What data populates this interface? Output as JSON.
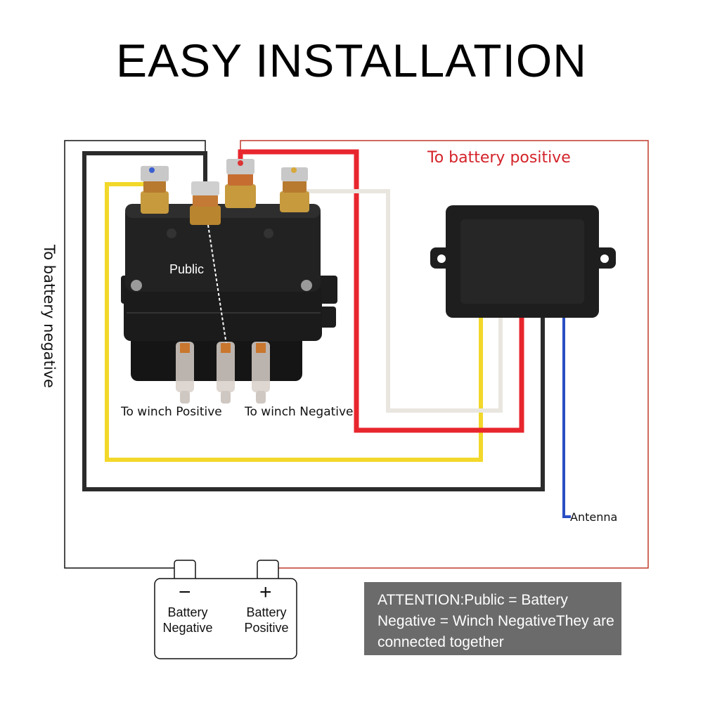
{
  "title": "EASY INSTALLATION",
  "labels": {
    "public": "Public",
    "battery_positive_wire": "To battery positive",
    "battery_negative_wire": "To battery negative",
    "winch_positive": "To winch Positive",
    "winch_negative": "To winch Negative",
    "antenna": "Antenna"
  },
  "battery": {
    "negative_sign": "−",
    "positive_sign": "+",
    "negative_label_line1": "Battery",
    "negative_label_line2": "Negative",
    "positive_label_line1": "Battery",
    "positive_label_line2": "Positive"
  },
  "attention": {
    "text": "ATTENTION:Public = Battery Negative = Winch NegativeThey are connected together"
  },
  "colors": {
    "red_wire": "#e8262d",
    "yellow_wire": "#f2d82a",
    "black_wire": "#2b2b2b",
    "blue_wire": "#2a4fc4",
    "white_wire": "#e9e6df",
    "red_label": "#d4232a",
    "attention_bg": "#6b6b6b"
  }
}
